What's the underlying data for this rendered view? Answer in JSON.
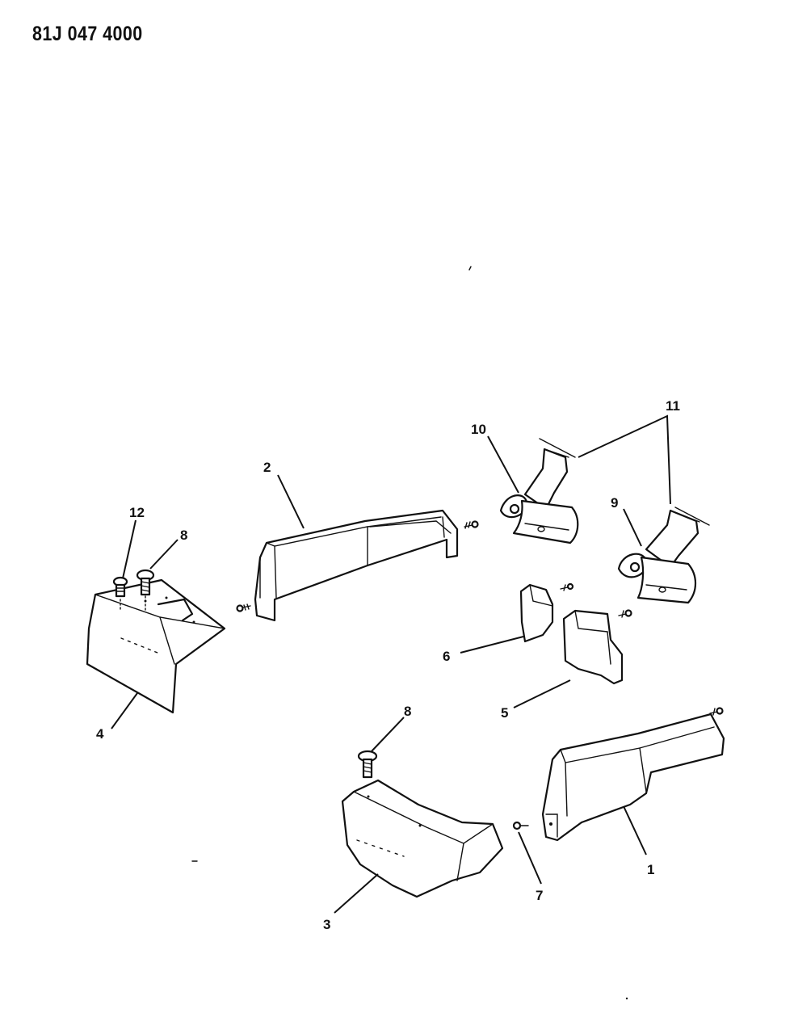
{
  "diagram_id": "81J 047 4000",
  "callouts": {
    "c1": "1",
    "c2": "2",
    "c3": "3",
    "c4": "4",
    "c5": "5",
    "c6": "6",
    "c7": "7",
    "c8a": "8",
    "c8b": "8",
    "c9": "9",
    "c10": "10",
    "c11": "11",
    "c12": "12"
  }
}
